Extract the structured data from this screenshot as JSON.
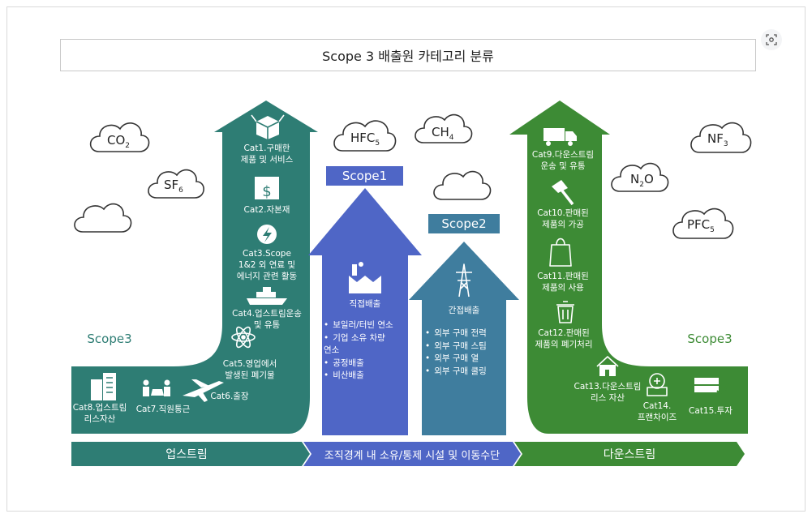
{
  "title": "Scope 3 배출원 카테고리 분류",
  "colors": {
    "teal": "#2e7d74",
    "blue": "#4f66c6",
    "steel": "#3f7d9e",
    "green": "#3d8b35"
  },
  "scope_labels": {
    "scope1": "Scope1",
    "scope2": "Scope2",
    "scope3_left": "Scope3",
    "scope3_right": "Scope3"
  },
  "upstream": {
    "cat1": "Cat1.구매한\n제품 및 서비스",
    "cat2": "Cat2.자본재",
    "cat3": "Cat3.Scope\n1&2 외 연료 및\n에너지 관련 활동",
    "cat4": "Cat4.업스트림운송\n및 유통",
    "cat5": "Cat5.영업에서\n발생된 폐기물",
    "cat6": "Cat6.출장",
    "cat7": "Cat7.직원통근",
    "cat8": "Cat8.업스트림\n리스자산"
  },
  "scope1_box": {
    "heading": "직접배출",
    "items": [
      "보일러/터빈 연소",
      "기업 소유 차량\n연소",
      "공정배출",
      "비산배출"
    ]
  },
  "scope2_box": {
    "heading": "간접배출",
    "items": [
      "외부 구매 전력",
      "외부 구매 스팀",
      "외부 구매 열",
      "외부 구매 쿨링"
    ]
  },
  "downstream": {
    "cat9": "Cat9.다운스트림\n운송 및 유통",
    "cat10": "Cat10.판매된\n제품의 가공",
    "cat11": "Cat11.판매된\n제품의 사용",
    "cat12": "Cat12.판매된\n제품의 폐기처리",
    "cat13": "Cat13.다운스트림\n리스 자산",
    "cat14": "Cat14.\n프랜차이즈",
    "cat15": "Cat15.투자"
  },
  "clouds": {
    "co2": {
      "main": "CO",
      "sub": "2"
    },
    "sf6": {
      "main": "SF",
      "sub": "6"
    },
    "hfc5": {
      "main": "HFC",
      "sub": "5"
    },
    "ch4": {
      "main": "CH",
      "sub": "4"
    },
    "nf3": {
      "main": "NF",
      "sub": "3"
    },
    "n2o_a": "N",
    "n2o_sub": "2",
    "n2o_b": "O",
    "pfc5": {
      "main": "PFC",
      "sub": "5"
    }
  },
  "bands": {
    "left": "업스트림",
    "middle": "조직경계 내 소유/통제 시설 및 이동수단",
    "right": "다운스트림"
  },
  "icons": [
    "box-icon",
    "building-icon",
    "lightning-icon",
    "ship-icon",
    "atom-icon",
    "airplane-icon",
    "people-car-icon",
    "office-icon",
    "factory-icon",
    "pylon-icon",
    "truck-icon",
    "hammer-icon",
    "bag-icon",
    "trash-icon",
    "house-icon",
    "franchise-icon",
    "money-icon",
    "zoom-icon"
  ]
}
